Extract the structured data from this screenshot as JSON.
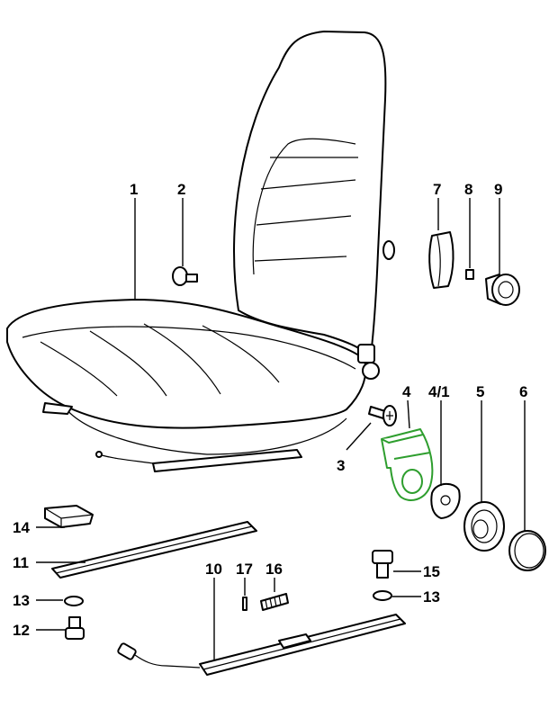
{
  "diagram": {
    "title": "Seat assembly exploded parts diagram",
    "highlight_color": "#2e9e2e",
    "labels": {
      "p1": "1",
      "p2": "2",
      "p3": "3",
      "p4": "4",
      "p4_1": "4/1",
      "p5": "5",
      "p6": "6",
      "p7": "7",
      "p8": "8",
      "p9": "9",
      "p10": "10",
      "p11": "11",
      "p12": "12",
      "p13a": "13",
      "p13b": "13",
      "p14": "14",
      "p15": "15",
      "p16": "16",
      "p17": "17"
    },
    "highlighted_part": "4"
  }
}
